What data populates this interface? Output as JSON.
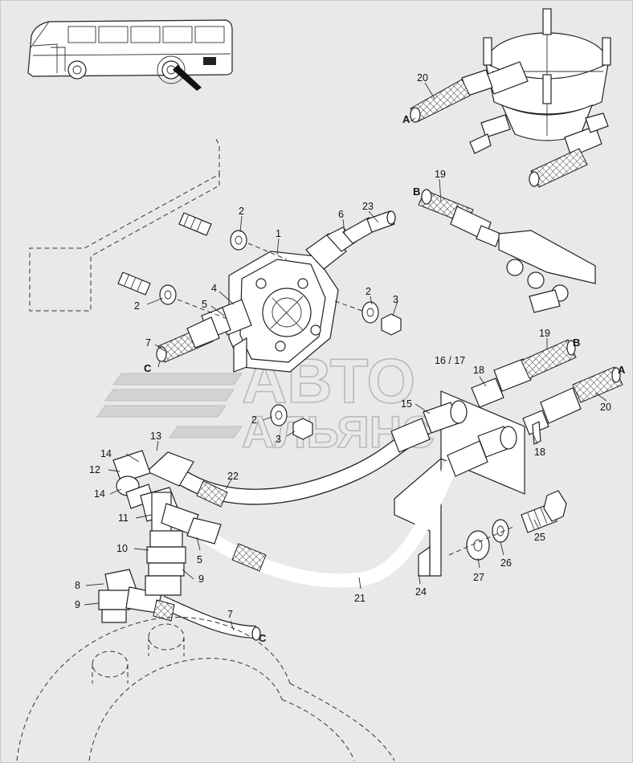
{
  "watermark": {
    "line1": "АВТО",
    "line2": "АЛЬЯНС"
  },
  "connection_letters": {
    "a": "A",
    "b": "B",
    "c": "C"
  },
  "callouts": {
    "c1": "1",
    "c2": "2",
    "c3": "3",
    "c4": "4",
    "c5": "5",
    "c6": "6",
    "c7": "7",
    "c8": "8",
    "c9": "9",
    "c10": "10",
    "c11": "11",
    "c12": "12",
    "c13": "13",
    "c14": "14",
    "c15": "15",
    "c16_17": "16 / 17",
    "c18": "18",
    "c19": "19",
    "c20": "20",
    "c21": "21",
    "c22": "22",
    "c23": "23",
    "c24": "24",
    "c25": "25",
    "c26": "26",
    "c27": "27"
  }
}
